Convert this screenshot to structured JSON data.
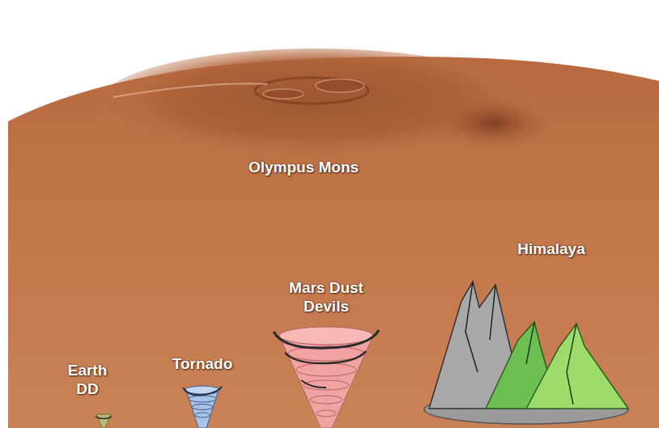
{
  "diagram": {
    "labels": [
      "Olympus Mons",
      "Himalaya",
      "Mars Dust Devils",
      "Earth DD",
      "Tornado"
    ]
  }
}
